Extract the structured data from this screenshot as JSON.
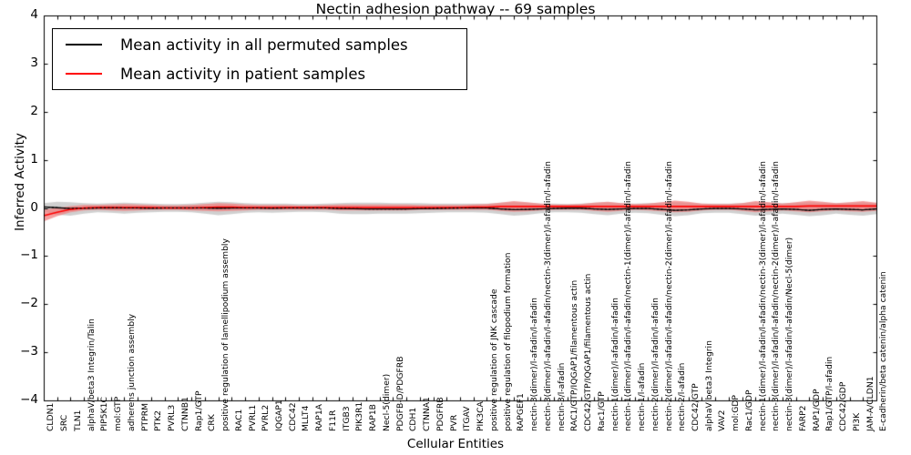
{
  "chart_data": {
    "type": "line",
    "title": "Nectin adhesion pathway -- 69 samples",
    "xlabel": "Cellular Entities",
    "ylabel": "Inferred Activity",
    "ylim": [
      -4,
      4
    ],
    "yticks": [
      -4,
      -3,
      -2,
      -1,
      0,
      1,
      2,
      3,
      4
    ],
    "grid": false,
    "legend_position": "upper left",
    "legend": [
      {
        "name": "Mean activity in all permuted samples",
        "color": "#000000"
      },
      {
        "name": "Mean activity in patient samples",
        "color": "#ff0000"
      }
    ],
    "colors": {
      "permuted_line": "#000000",
      "patient_line": "#ff0000",
      "permuted_band": "#c8c8c8",
      "patient_band": "#f08080",
      "axis": "#000000",
      "background": "#ffffff"
    },
    "categories": [
      "CLDN1",
      "SRC",
      "TLN1",
      "alphaV/beta3 Integrin/Talin",
      "PIP5K1C",
      "mol:GTP",
      "adherens junction assembly",
      "PTPRM",
      "PTK2",
      "PVRL3",
      "CTNNB1",
      "Rap1/GTP",
      "CRK",
      "positive regulation of lamellipodium assembly",
      "RAC1",
      "PVRL1",
      "PVRL2",
      "IQGAP1",
      "CDC42",
      "MLLT4",
      "RAP1A",
      "F11R",
      "ITGB3",
      "PIK3R1",
      "RAP1B",
      "Necl-5(dimer)",
      "PDGFB-D/PDGFRB",
      "CDH1",
      "CTNNA1",
      "PDGFRB",
      "PVR",
      "ITGAV",
      "PIK3CA",
      "positive regulation of JNK cascade",
      "positive regulation of filopodium formation",
      "RAPGEF1",
      "nectin-3(dimer)/l-afadin/l-afadin",
      "nectin-3(dimer)/l-afadin/l-afadin/nectin-3(dimer)/l-afadin/l-afadin",
      "nectin-3/l-afadin",
      "RAC1/GTP/IQGAP1/filamentous actin",
      "CDC42/GTP/IQGAP1/filamentous actin",
      "Rac1/GTP",
      "nectin-1(dimer)/l-afadin/l-afadin",
      "nectin-1(dimer)/l-afadin/l-afadin/nectin-1(dimer)/l-afadin/l-afadin",
      "nectin-1/l-afadin",
      "nectin-2(dimer)/l-afadin/l-afadin",
      "nectin-2(dimer)/l-afadin/l-afadin/nectin-2(dimer)/l-afadin/l-afadin",
      "nectin-2/l-afadin",
      "CDC42/GTP",
      "alphaV beta3 Integrin",
      "VAV2",
      "mol:GDP",
      "Rac1/GDP",
      "nectin-1(dimer)/l-afadin/l-afadin/nectin-3(dimer)/l-afadin/l-afadin",
      "nectin-3(dimer)/l-afadin/l-afadin/nectin-2(dimer)/l-afadin/l-afadin",
      "nectin-3(dimer)/l-afadin/l-afadin/Necl-5(dimer)",
      "FARP2",
      "RAP1/GDP",
      "Rap1/GTP/l-afadin",
      "CDC42/GDP",
      "PI3K",
      "JAM-A/CLDN1",
      "E-cadherin/beta catenin/alpha catenin"
    ],
    "series": [
      {
        "name": "Mean activity in all permuted samples",
        "color": "#000000",
        "values": [
          0.02,
          0.005,
          -0.01,
          -0.005,
          0.0,
          0.005,
          0.0,
          0.0,
          -0.005,
          0.0,
          0.0,
          0.0,
          0.0,
          -0.005,
          0.0,
          0.0,
          0.0,
          -0.005,
          0.0,
          0.0,
          0.0,
          0.0,
          -0.01,
          -0.015,
          -0.02,
          -0.02,
          -0.02,
          -0.02,
          -0.015,
          -0.01,
          -0.005,
          0.0,
          0.0,
          0.0,
          -0.02,
          -0.035,
          -0.03,
          -0.02,
          -0.01,
          -0.005,
          -0.005,
          -0.02,
          -0.03,
          -0.02,
          -0.01,
          -0.01,
          -0.03,
          -0.05,
          -0.04,
          -0.02,
          -0.01,
          -0.01,
          -0.02,
          -0.04,
          -0.03,
          -0.02,
          -0.03,
          -0.05,
          -0.03,
          -0.02,
          -0.03,
          -0.04,
          -0.02,
          0.01
        ],
        "band_lower": [
          -0.07,
          -0.14,
          -0.16,
          -0.12,
          -0.09,
          -0.1,
          -0.12,
          -0.1,
          -0.09,
          -0.08,
          -0.08,
          -0.09,
          -0.12,
          -0.15,
          -0.13,
          -0.1,
          -0.09,
          -0.1,
          -0.09,
          -0.08,
          -0.08,
          -0.09,
          -0.12,
          -0.13,
          -0.13,
          -0.12,
          -0.12,
          -0.12,
          -0.11,
          -0.1,
          -0.09,
          -0.09,
          -0.09,
          -0.1,
          -0.13,
          -0.16,
          -0.14,
          -0.11,
          -0.09,
          -0.09,
          -0.1,
          -0.13,
          -0.15,
          -0.12,
          -0.1,
          -0.11,
          -0.14,
          -0.17,
          -0.15,
          -0.11,
          -0.1,
          -0.1,
          -0.13,
          -0.16,
          -0.14,
          -0.12,
          -0.14,
          -0.17,
          -0.15,
          -0.12,
          -0.14,
          -0.16,
          -0.13,
          -0.08
        ],
        "band_upper": [
          0.1,
          0.13,
          0.12,
          0.1,
          0.09,
          0.1,
          0.11,
          0.1,
          0.09,
          0.08,
          0.08,
          0.09,
          0.11,
          0.13,
          0.12,
          0.1,
          0.09,
          0.09,
          0.09,
          0.08,
          0.08,
          0.09,
          0.1,
          0.11,
          0.11,
          0.11,
          0.1,
          0.1,
          0.1,
          0.09,
          0.09,
          0.09,
          0.09,
          0.09,
          0.11,
          0.12,
          0.11,
          0.09,
          0.09,
          0.08,
          0.09,
          0.11,
          0.12,
          0.1,
          0.09,
          0.1,
          0.11,
          0.12,
          0.11,
          0.09,
          0.09,
          0.09,
          0.1,
          0.12,
          0.11,
          0.1,
          0.11,
          0.12,
          0.11,
          0.1,
          0.11,
          0.12,
          0.1,
          0.07
        ]
      },
      {
        "name": "Mean activity in patient samples",
        "color": "#ff0000",
        "values": [
          -0.16,
          -0.09,
          -0.03,
          0.0,
          0.01,
          0.01,
          0.01,
          0.01,
          0.01,
          0.0,
          0.0,
          0.0,
          0.01,
          0.02,
          0.02,
          0.01,
          0.01,
          0.01,
          0.01,
          0.01,
          0.01,
          0.01,
          0.01,
          0.01,
          0.01,
          0.01,
          0.01,
          0.01,
          0.01,
          0.01,
          0.01,
          0.01,
          0.02,
          0.02,
          0.03,
          0.03,
          0.03,
          0.03,
          0.03,
          0.03,
          0.03,
          0.03,
          0.03,
          0.03,
          0.03,
          0.03,
          0.03,
          0.03,
          0.03,
          0.03,
          0.03,
          0.03,
          0.03,
          0.03,
          0.03,
          0.03,
          0.03,
          0.04,
          0.04,
          0.04,
          0.04,
          0.04,
          0.04,
          0.05
        ],
        "band_lower": [
          -0.28,
          -0.17,
          -0.09,
          -0.05,
          -0.04,
          -0.05,
          -0.06,
          -0.05,
          -0.04,
          -0.04,
          -0.04,
          -0.05,
          -0.06,
          -0.07,
          -0.06,
          -0.05,
          -0.04,
          -0.04,
          -0.04,
          -0.04,
          -0.04,
          -0.04,
          -0.05,
          -0.05,
          -0.05,
          -0.05,
          -0.05,
          -0.05,
          -0.04,
          -0.04,
          -0.04,
          -0.04,
          -0.04,
          -0.04,
          -0.06,
          -0.08,
          -0.07,
          -0.05,
          -0.04,
          -0.04,
          -0.04,
          -0.06,
          -0.08,
          -0.06,
          -0.04,
          -0.05,
          -0.07,
          -0.09,
          -0.08,
          -0.05,
          -0.04,
          -0.04,
          -0.06,
          -0.09,
          -0.07,
          -0.05,
          -0.07,
          -0.09,
          -0.07,
          -0.05,
          -0.07,
          -0.08,
          -0.06,
          -0.02
        ],
        "band_upper": [
          -0.04,
          0.0,
          0.04,
          0.06,
          0.06,
          0.07,
          0.08,
          0.07,
          0.06,
          0.05,
          0.05,
          0.06,
          0.08,
          0.1,
          0.09,
          0.07,
          0.06,
          0.06,
          0.06,
          0.05,
          0.05,
          0.06,
          0.07,
          0.07,
          0.07,
          0.07,
          0.07,
          0.07,
          0.06,
          0.06,
          0.06,
          0.06,
          0.07,
          0.08,
          0.11,
          0.14,
          0.12,
          0.09,
          0.07,
          0.07,
          0.08,
          0.11,
          0.13,
          0.1,
          0.08,
          0.09,
          0.12,
          0.15,
          0.13,
          0.09,
          0.08,
          0.08,
          0.1,
          0.14,
          0.12,
          0.09,
          0.12,
          0.15,
          0.13,
          0.1,
          0.12,
          0.14,
          0.11,
          0.09
        ]
      }
    ]
  }
}
